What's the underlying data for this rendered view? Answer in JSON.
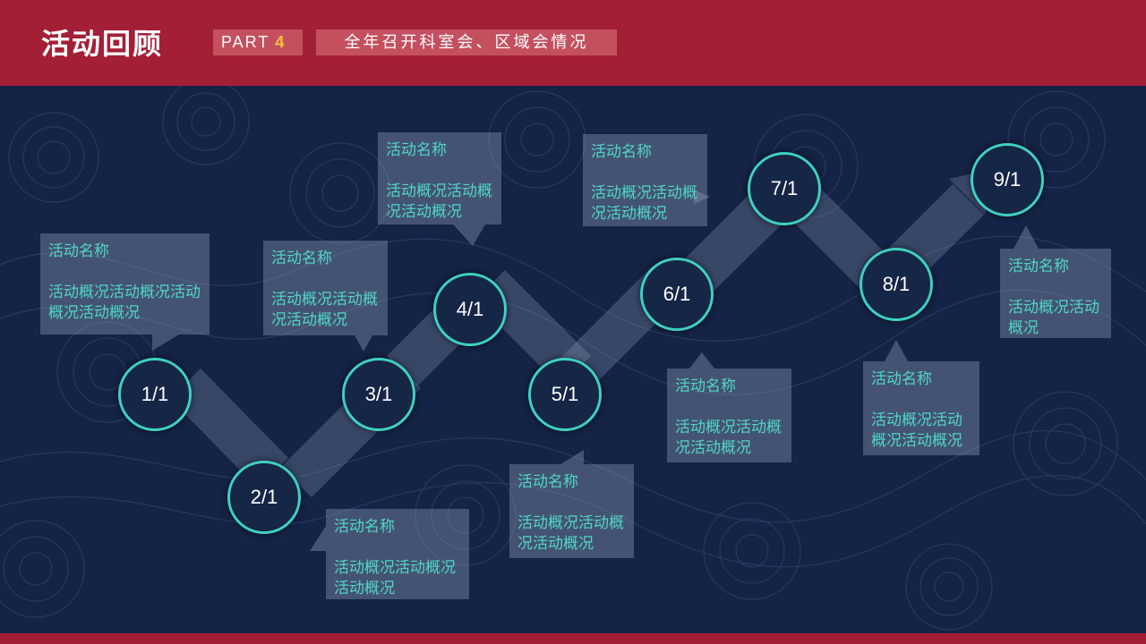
{
  "header": {
    "title": "活动回顾",
    "part_label": "PART",
    "part_number": "4",
    "subtitle": "全年召开科室会、区域会情况"
  },
  "colors": {
    "header_red": "#a31f35",
    "background_navy": "#142346",
    "node_ring_teal": "#3fd0c0",
    "card_text_teal": "#4fd6c6",
    "part_number_gold": "#f7c33a"
  },
  "timeline": {
    "nodes": [
      {
        "label": "1/1"
      },
      {
        "label": "2/1"
      },
      {
        "label": "3/1"
      },
      {
        "label": "4/1"
      },
      {
        "label": "5/1"
      },
      {
        "label": "6/1"
      },
      {
        "label": "7/1"
      },
      {
        "label": "8/1"
      },
      {
        "label": "9/1"
      }
    ],
    "cards": [
      {
        "name": "活动名称",
        "desc": "活动概况活动概况活动概况活动概况"
      },
      {
        "name": "活动名称",
        "desc": "活动概况活动概况活动概况"
      },
      {
        "name": "活动名称",
        "desc": "活动概况活动概况活动概况"
      },
      {
        "name": "活动名称",
        "desc": "活动概况活动概况活动概况"
      },
      {
        "name": "活动名称",
        "desc": "活动概况活动概况活动概况"
      },
      {
        "name": "活动名称",
        "desc": "活动概况活动概况活动概况"
      },
      {
        "name": "活动名称",
        "desc": "活动概况活动概况活动概况"
      },
      {
        "name": "活动名称",
        "desc": "活动概况活动概况活动概况"
      },
      {
        "name": "活动名称",
        "desc": "活动概况活动概况"
      }
    ]
  }
}
